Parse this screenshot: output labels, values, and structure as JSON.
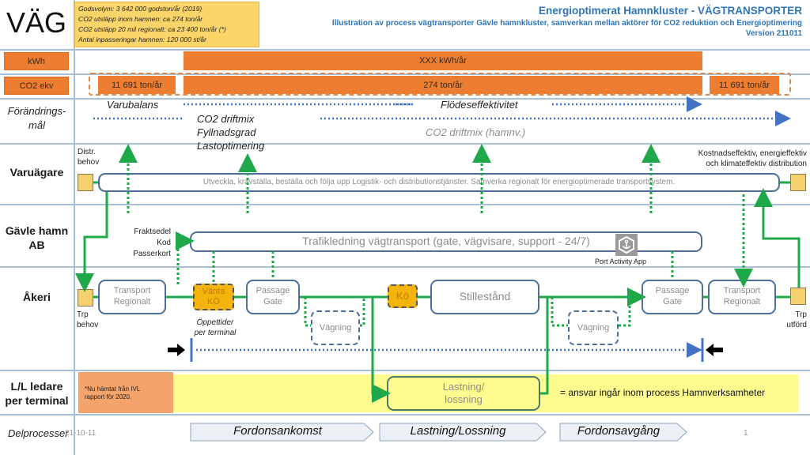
{
  "header": {
    "logo_text": "VÄG",
    "info_box": [
      "Godsvolym:  3 642 000 godston/år (2019)",
      "CO2 utsläpp inom hamnen: ca 274 ton/år",
      "CO2 utsläpp 20 mil regionalt: ca 23 400 ton/år (*)",
      "Antal inpasseringar hamnen: 120 000 st/år"
    ],
    "title": "Energioptimerat  Hamnkluster  - VÄGTRANSPORTER",
    "subtitle": "Illustration av process vägtransporter Gävle hamnkluster, samverkan mellan aktörer för CO2 reduktion och Energioptimering",
    "version": "Version 211011"
  },
  "rows": {
    "kwh": {
      "label": "kWh",
      "bar_value": "XXX kWh/år"
    },
    "co2": {
      "label": "CO2 ekv",
      "left_value": "11 691 ton/år",
      "middle_value": "274 ton/år",
      "right_value": "11 691 ton/år"
    },
    "goals": {
      "label_line1": "Förändrings-",
      "label_line2": "mål",
      "varubalans": "Varubalans",
      "flodeseffektivitet": "Flödeseffektivitet",
      "co2_driftmix": "CO2 driftmix",
      "fyllnadsgrad": "Fyllnadsgrad",
      "lastoptimering": "Lastoptimering",
      "co2_driftmix_hamn": "CO2 driftmix (hamnv.)"
    },
    "varuagare": {
      "label": "Varuägare",
      "distr_behov_1": "Distr.",
      "distr_behov_2": "behov",
      "process": "Utveckla, kravställa, beställa och följa upp Logistik- och distributionstjänster. Samverka regionalt för energioptimerade transportsystem.",
      "goal_1": "Kostnadseffektiv, energieffektiv",
      "goal_2": "och klimateffektiv distribution"
    },
    "gavle_hamn": {
      "label_line1": "Gävle hamn",
      "label_line2": "AB",
      "docs": [
        "Fraktsedel",
        "Kod",
        "Passerkort"
      ],
      "process": "Trafikledning vägtransport (gate, vägvisare, support - 24/7)",
      "app_label": "Port Activity App"
    },
    "akeri": {
      "label": "Åkeri",
      "trp_behov_1": "Trp",
      "trp_behov_2": "behov",
      "transport_in_1": "Transport",
      "transport_in_2": "Regionalt",
      "vanta_1": "Vänta",
      "vanta_2": "KÖ",
      "oppettider_1": "Öppettider",
      "oppettider_2": "per terminal",
      "passage_in_1": "Passage",
      "passage_in_2": "Gate",
      "vagning_in": "Vägning",
      "ko": "Kö",
      "stillestand": "Stillestånd",
      "vagning_out": "Vägning",
      "passage_out_1": "Passage",
      "passage_out_2": "Gate",
      "transport_out_1": "Transport",
      "transport_out_2": "Regionalt",
      "trp_utford_1": "Trp",
      "trp_utford_2": "utförd"
    },
    "ll_ledare": {
      "label_line1": "L/L ledare",
      "label_line2": "per terminal",
      "note_1": "*Nu hämtat från IVL",
      "note_2": "rapport för 2020.",
      "process_1": "Lastning/",
      "process_2": "lossning",
      "legend": "= ansvar ingår inom process Hamnverksamheter"
    },
    "delprocesser": {
      "label": "Delprocesser",
      "date": "21-10-11",
      "steps": [
        "Fordonsankomst",
        "Lastning/Lossning",
        "Fordonsavgång"
      ],
      "page_number": "1"
    }
  },
  "colors": {
    "orange": "#ed7d31",
    "flow_green": "#1fa84a",
    "process_border": "#4a6f9a",
    "goal_blue": "#4472c4",
    "queue_yellow": "#f4b40c",
    "responsibility_yellow": "#fffb8f",
    "title_blue": "#2e75b6"
  }
}
